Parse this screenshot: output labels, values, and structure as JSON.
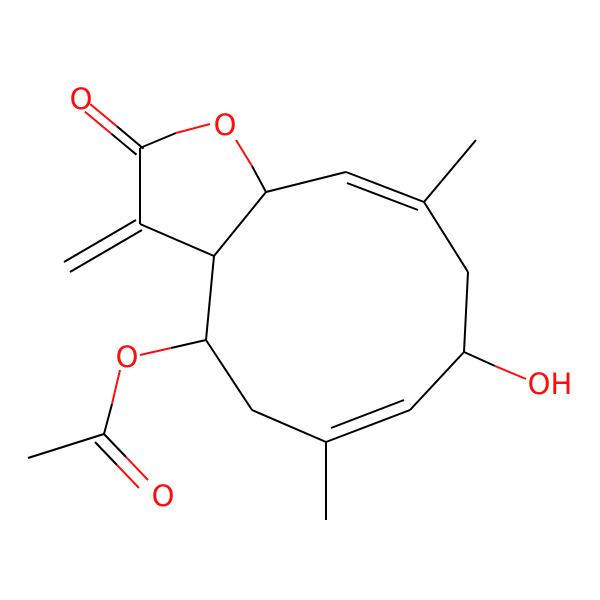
{
  "colors": {
    "carbon": "#000000",
    "oxygen": "#ff0d0d",
    "background": "#ffffff"
  },
  "atoms": [
    {
      "id": "O1",
      "element": "O",
      "label": "O"
    },
    {
      "id": "O2",
      "element": "O",
      "label": "O"
    },
    {
      "id": "O3",
      "element": "O",
      "label": "O"
    },
    {
      "id": "O4",
      "element": "O",
      "label": "O"
    },
    {
      "id": "O5",
      "element": "O",
      "label": "OH"
    }
  ]
}
